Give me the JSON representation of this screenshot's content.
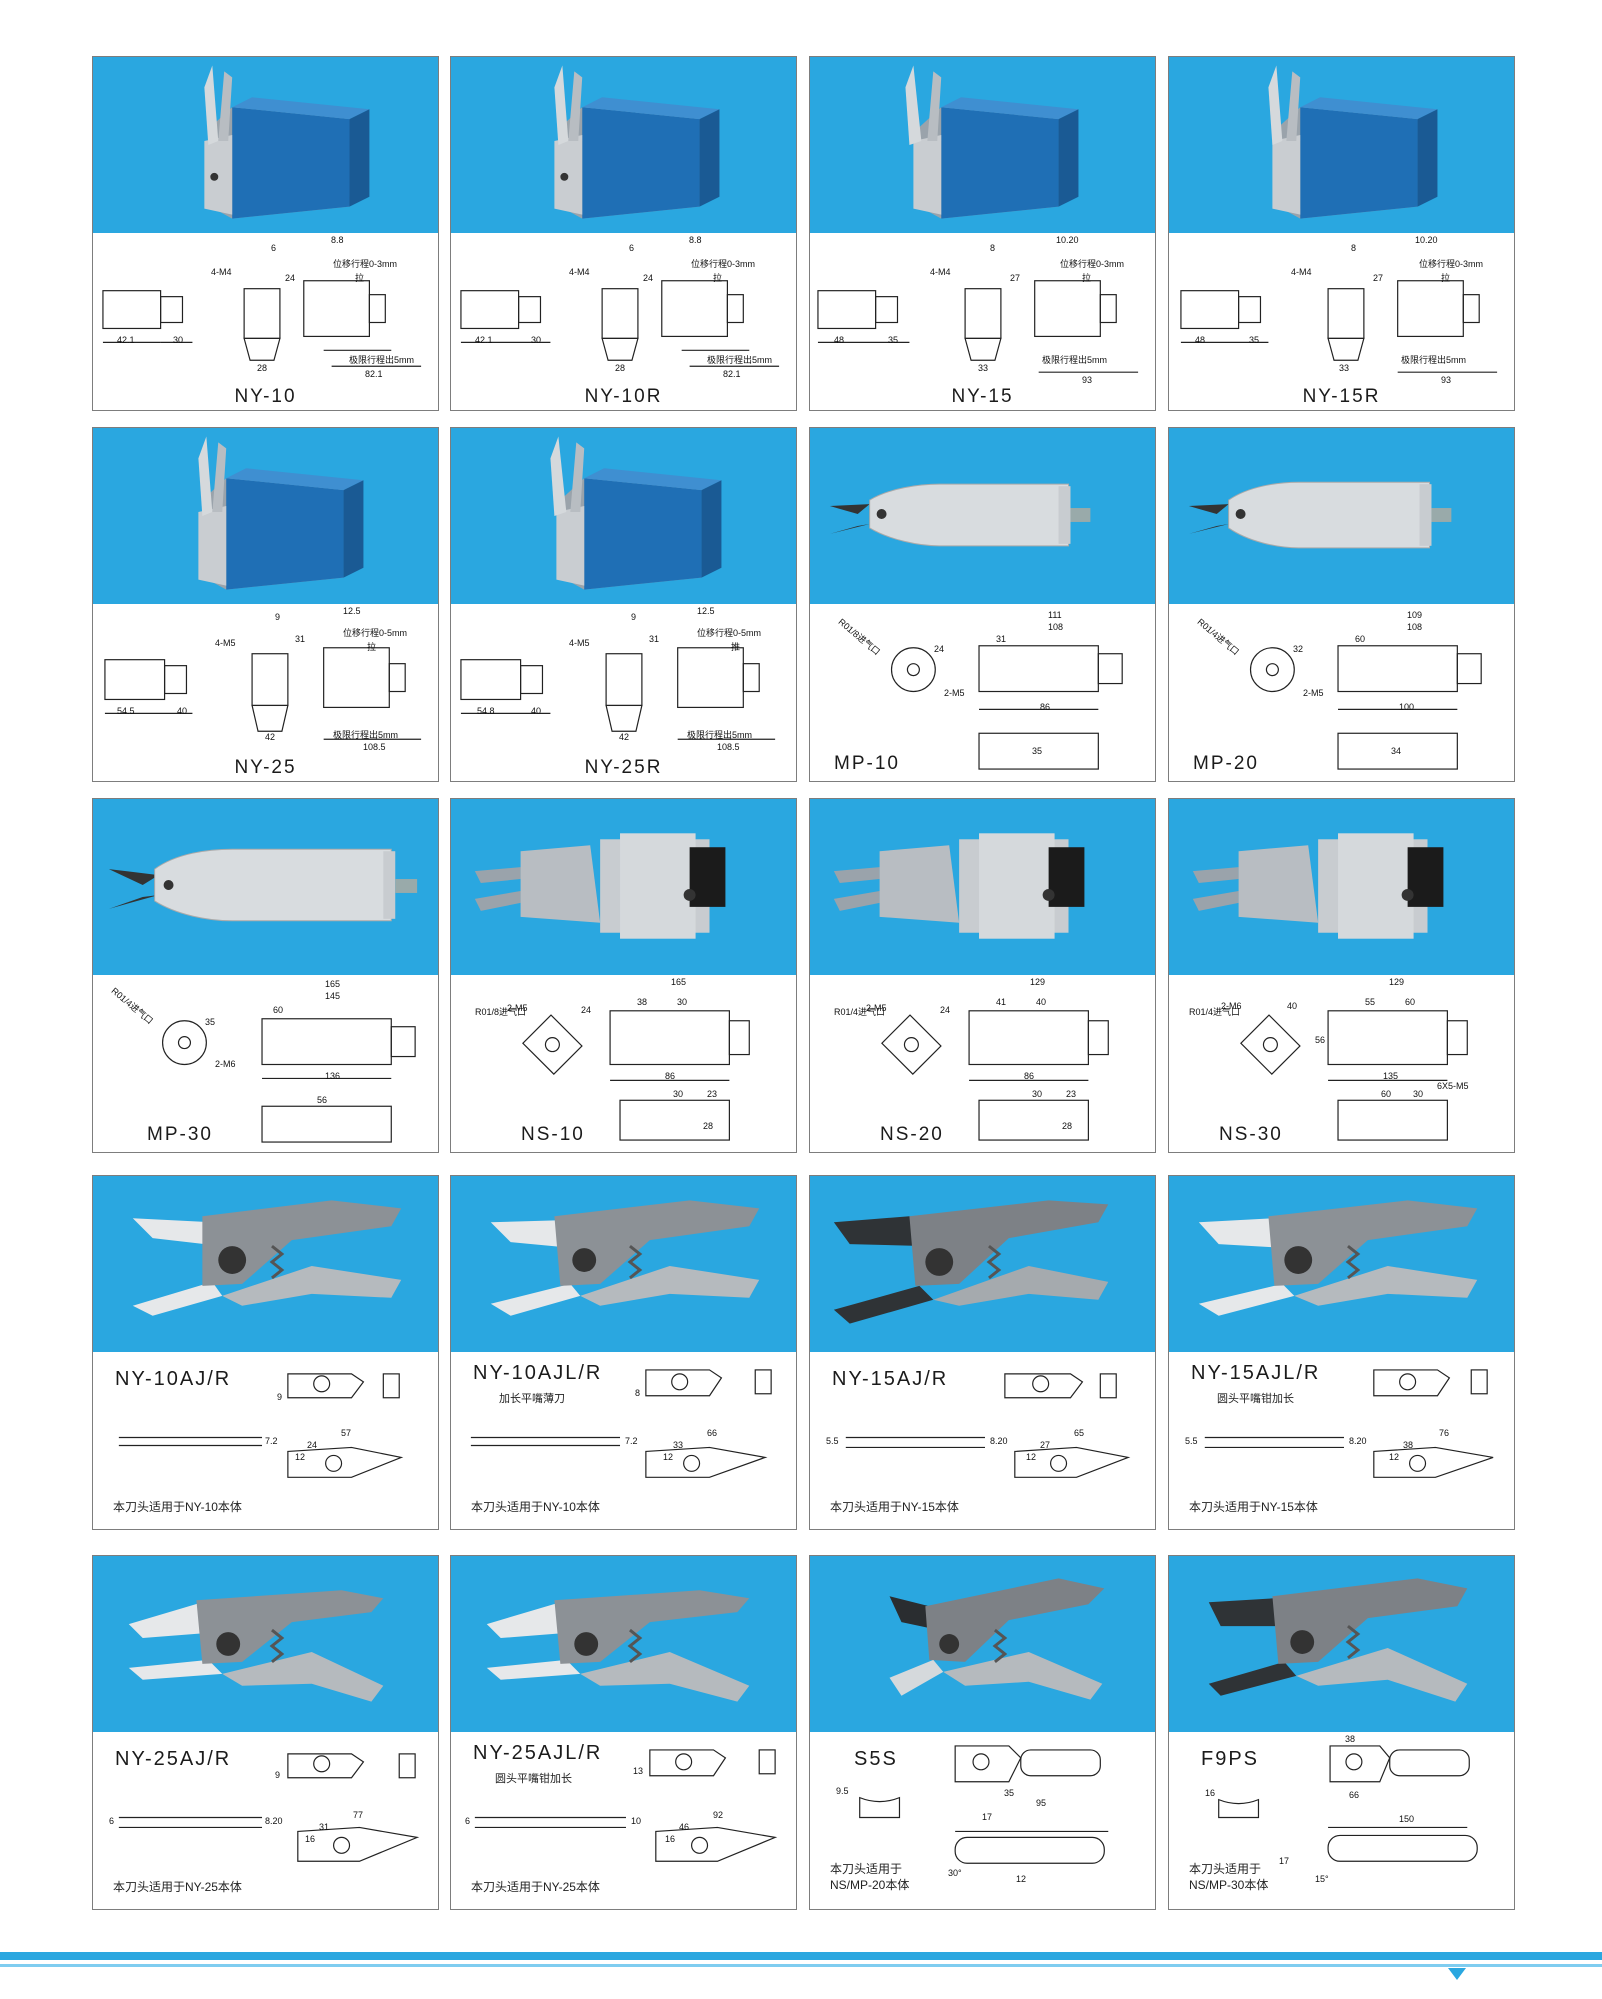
{
  "colors": {
    "photo_bg": "#2aa7e0",
    "border": "#7d7d7d",
    "footer": "#2aa7e0"
  },
  "row1": {
    "ny10": {
      "model": "NY-10",
      "stroke": "位移行程0-3mm",
      "action": "拉",
      "out": "极限行程出5mm",
      "d1": "8.8",
      "d2": "4-M4",
      "d3": "24",
      "d4": "28",
      "d5": "42.1",
      "d6": "30",
      "d7": "82.1",
      "d8": "6"
    },
    "ny10r": {
      "model": "NY-10R",
      "stroke": "位移行程0-3mm",
      "action": "拉",
      "out": "极限行程出5mm",
      "d1": "8.8",
      "d2": "4-M4",
      "d3": "24",
      "d4": "28",
      "d5": "42.1",
      "d6": "30",
      "d7": "82.1",
      "d8": "6"
    },
    "ny15": {
      "model": "NY-15",
      "stroke": "位移行程0-3mm",
      "action": "拉",
      "out": "极限行程出5mm",
      "d1": "10.20",
      "d2": "4-M4",
      "d3": "27",
      "d4": "33",
      "d5": "48",
      "d6": "35",
      "d7": "93",
      "d8": "8"
    },
    "ny15r": {
      "model": "NY-15R",
      "stroke": "位移行程0-3mm",
      "action": "拉",
      "out": "极限行程出5mm",
      "d1": "10.20",
      "d2": "4-M4",
      "d3": "27",
      "d4": "33",
      "d5": "48",
      "d6": "35",
      "d7": "93",
      "d8": "8"
    }
  },
  "row2": {
    "ny25": {
      "model": "NY-25",
      "stroke": "位移行程0-5mm",
      "action": "拉",
      "out": "极限行程出5mm",
      "d1": "12.5",
      "d2": "4-M5",
      "d3": "31",
      "d4": "42",
      "d5": "54.5",
      "d6": "40",
      "d7": "108.5",
      "d8": "9"
    },
    "ny25r": {
      "model": "NY-25R",
      "stroke": "位移行程0-5mm",
      "action": "推",
      "out": "极限行程出5mm",
      "d1": "12.5",
      "d2": "4-M5",
      "d3": "31",
      "d4": "42",
      "d5": "54.8",
      "d6": "40",
      "d7": "108.5",
      "d8": "9"
    },
    "mp10": {
      "model": "MP-10",
      "port": "R01/8进气口",
      "screw": "2-M5",
      "d1": "111",
      "d2": "108",
      "d3": "31",
      "d4": "86",
      "d5": "24",
      "d6": "35"
    },
    "mp20": {
      "model": "MP-20",
      "port": "R01/4进气口",
      "screw": "2-M5",
      "d1": "109",
      "d2": "108",
      "d3": "60",
      "d4": "100",
      "d5": "32",
      "d6": "34"
    }
  },
  "row3": {
    "mp30": {
      "model": "MP-30",
      "port": "R01/4进气口",
      "screw": "2-M6",
      "d1": "165",
      "d2": "145",
      "d3": "60",
      "d4": "136",
      "d5": "35",
      "d6": "56"
    },
    "ns10": {
      "model": "NS-10",
      "port": "R01/8进气口",
      "screw": "2-M5",
      "d1": "165",
      "d2": "38",
      "d3": "30",
      "d4": "86",
      "d5": "24",
      "d6": "30",
      "d7": "23",
      "d8": "28"
    },
    "ns20": {
      "model": "NS-20",
      "port": "R01/4进气口",
      "screw": "2-M5",
      "d1": "129",
      "d2": "41",
      "d3": "40",
      "d4": "86",
      "d5": "24",
      "d6": "30",
      "d7": "23",
      "d8": "28"
    },
    "ns30": {
      "model": "NS-30",
      "port": "R01/4进气口",
      "screw": "2-M6",
      "d1": "129",
      "d2": "55",
      "d3": "60",
      "d4": "135",
      "d5": "40",
      "d6": "60",
      "d7": "30",
      "d8": "6X5-M5",
      "d9": "56"
    }
  },
  "row4": {
    "ny10aj": {
      "model": "NY-10AJ/R",
      "note": "本刀头适用于NY-10本体",
      "d1": "57",
      "d2": "24",
      "d3": "12",
      "d4": "7.2",
      "d5": "9"
    },
    "ny10ajl": {
      "model": "NY-10AJL/R",
      "sub": "加长平嘴薄刀",
      "note": "本刀头适用于NY-10本体",
      "d1": "66",
      "d2": "33",
      "d3": "12",
      "d4": "7.2",
      "d5": "8"
    },
    "ny15aj": {
      "model": "NY-15AJ/R",
      "note": "本刀头适用于NY-15本体",
      "d1": "65",
      "d2": "27",
      "d3": "12",
      "d4": "8.20",
      "d5": "5.5"
    },
    "ny15ajl": {
      "model": "NY-15AJL/R",
      "sub": "圆头平嘴钳加长",
      "note": "本刀头适用于NY-15本体",
      "d1": "76",
      "d2": "38",
      "d3": "12",
      "d4": "8.20",
      "d5": "5.5"
    }
  },
  "row5": {
    "ny25aj": {
      "model": "NY-25AJ/R",
      "note": "本刀头适用于NY-25本体",
      "d1": "77",
      "d2": "31",
      "d3": "16",
      "d4": "8.20",
      "d5": "6",
      "d6": "9"
    },
    "ny25ajl": {
      "model": "NY-25AJL/R",
      "sub": "圆头平嘴钳加长",
      "note": "本刀头适用于NY-25本体",
      "d1": "92",
      "d2": "46",
      "d3": "16",
      "d4": "10",
      "d5": "6",
      "d6": "13"
    },
    "s5s": {
      "model": "S5S",
      "note1": "本刀头适用于",
      "note2": "NS/MP-20本体",
      "d1": "35",
      "d2": "95",
      "d3": "9.5",
      "d4": "17",
      "d5": "30°",
      "d6": "12"
    },
    "f9ps": {
      "model": "F9PS",
      "note1": "本刀头适用于",
      "note2": "NS/MP-30本体",
      "d1": "38",
      "d2": "66",
      "d3": "150",
      "d4": "16",
      "d5": "17",
      "d6": "15°"
    }
  }
}
